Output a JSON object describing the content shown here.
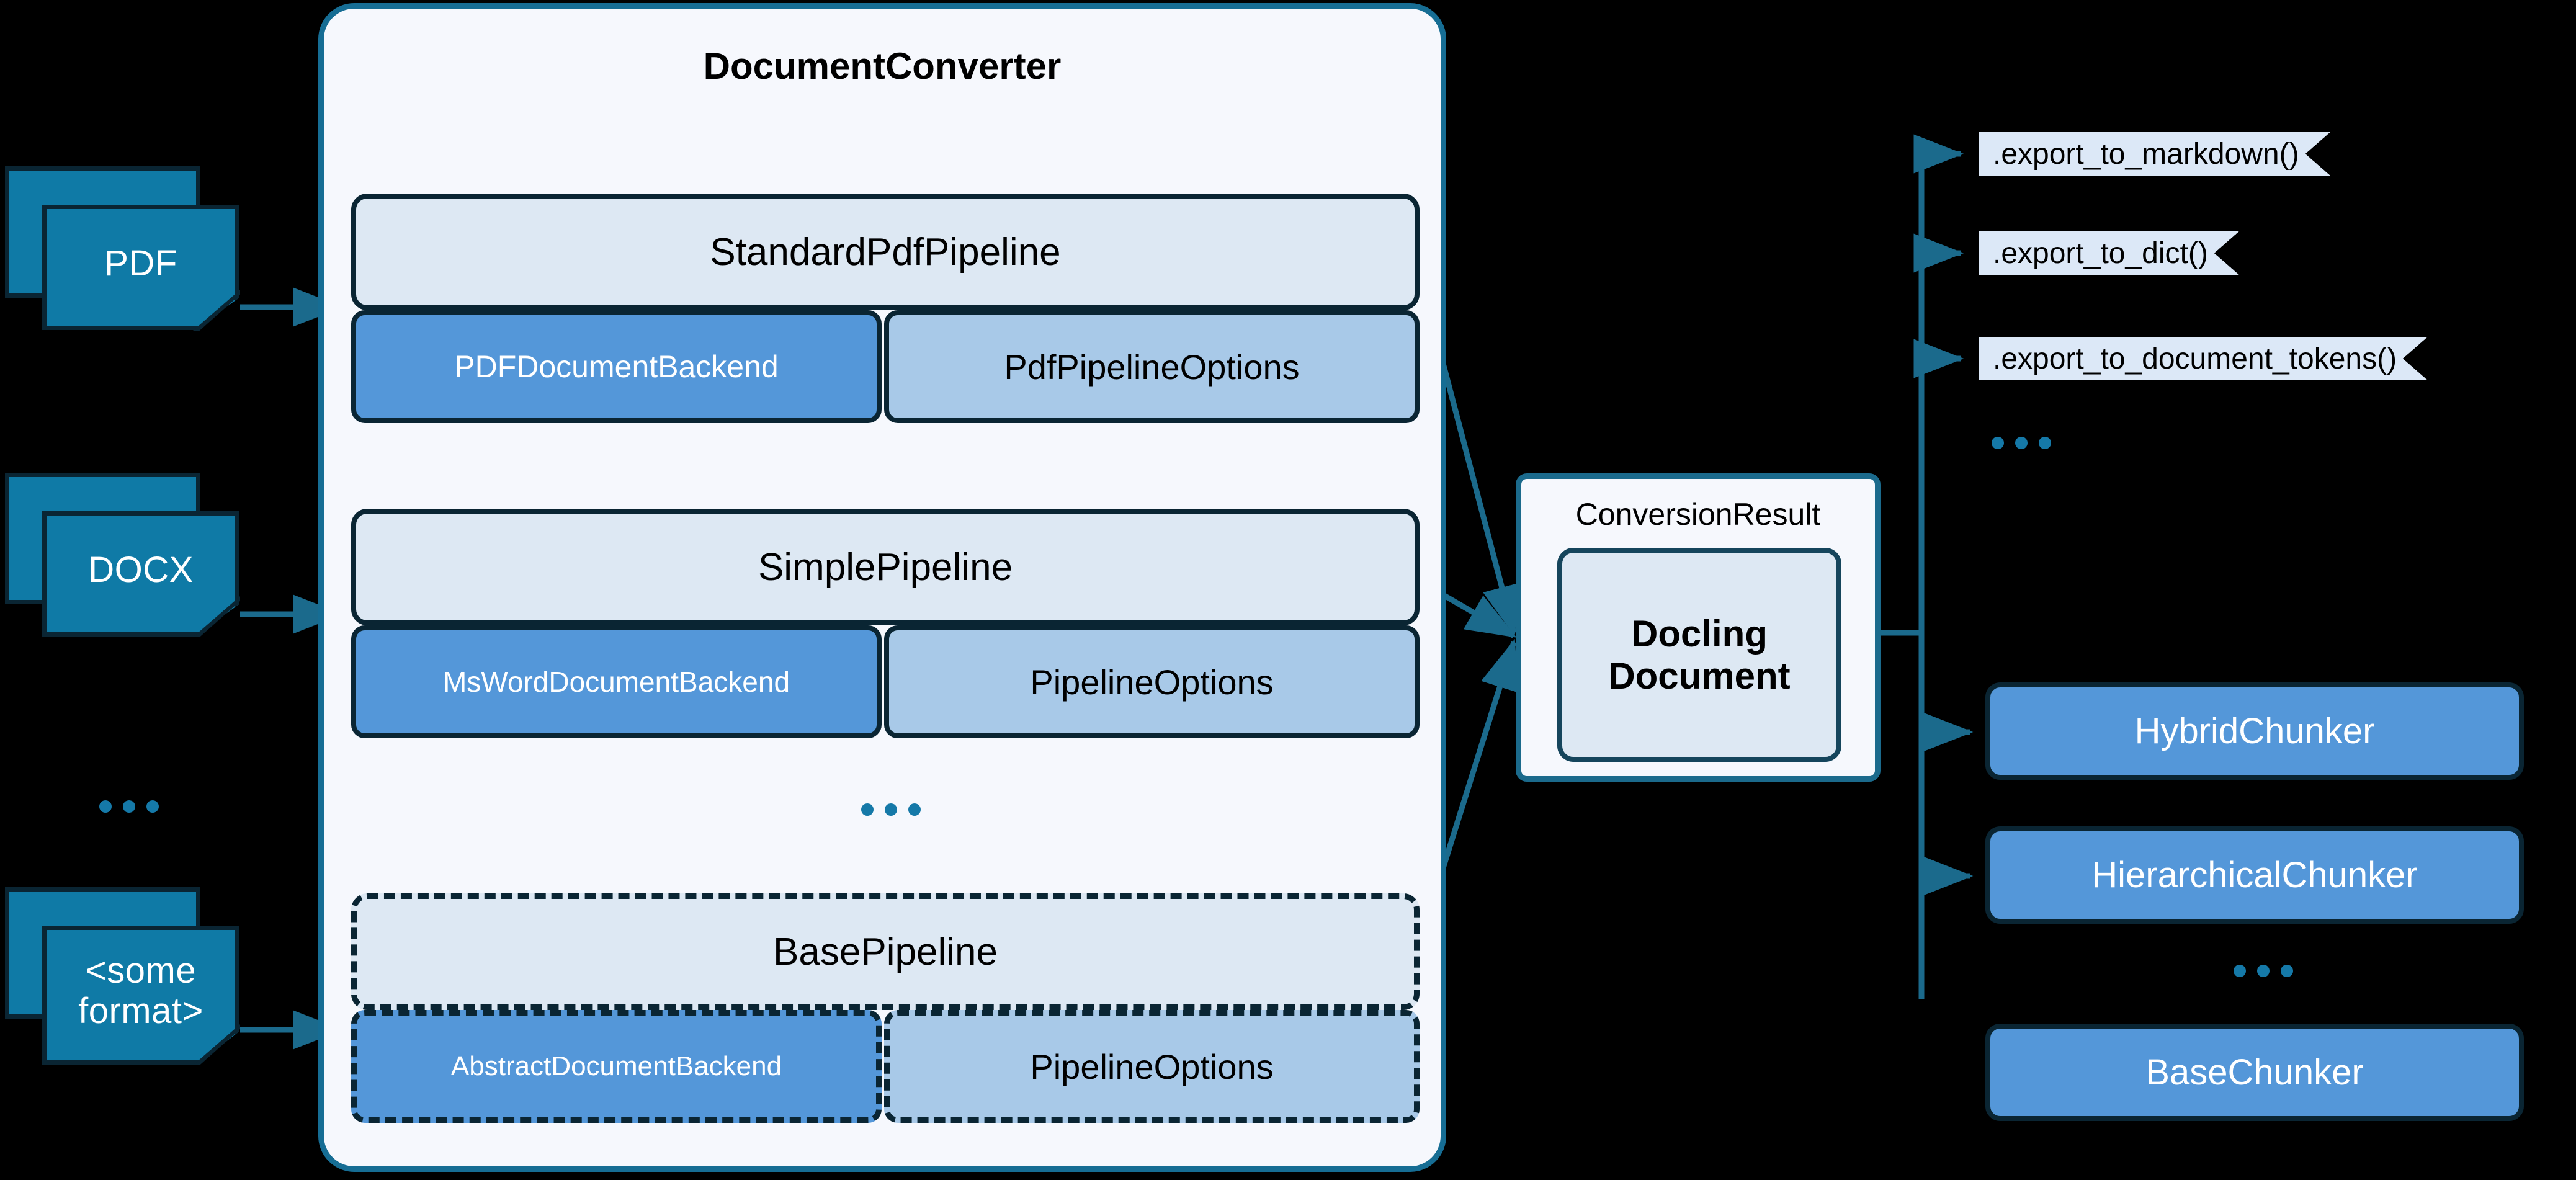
{
  "diagram": {
    "title": "DocumentConverter"
  },
  "inputs": [
    {
      "label": "PDF",
      "name": "input-doc-pdf"
    },
    {
      "label": "DOCX",
      "name": "input-doc-docx"
    },
    {
      "label": "<some\nformat>",
      "name": "input-doc-some-format"
    }
  ],
  "input_ellipsis": "...",
  "pipelines": [
    {
      "name": "standard-pdf-pipeline",
      "head": "StandardPdfPipeline",
      "backend": "PDFDocumentBackend",
      "options": "PdfPipelineOptions",
      "dashed": false
    },
    {
      "name": "simple-pipeline",
      "head": "SimplePipeline",
      "backend": "MsWordDocumentBackend",
      "options": "PipelineOptions",
      "dashed": false
    },
    {
      "name": "base-pipeline",
      "head": "BasePipeline",
      "backend": "AbstractDocumentBackend",
      "options": "PipelineOptions",
      "dashed": true
    }
  ],
  "pipeline_ellipsis": "...",
  "result": {
    "title": "ConversionResult",
    "document": "Docling\nDocument"
  },
  "exports": [
    {
      "label": ".export_to_markdown()",
      "name": "export-to-markdown"
    },
    {
      "label": ".export_to_dict()",
      "name": "export-to-dict"
    },
    {
      "label": ".export_to_document_tokens()",
      "name": "export-to-document-tokens"
    }
  ],
  "export_ellipsis": "...",
  "chunkers": [
    {
      "label": "HybridChunker",
      "name": "hybrid-chunker",
      "dashed": false
    },
    {
      "label": "HierarchicalChunker",
      "name": "hierarchical-chunker",
      "dashed": false
    },
    {
      "label": "BaseChunker",
      "name": "base-chunker",
      "dashed": true
    }
  ],
  "chunker_ellipsis": "...",
  "colors": {
    "background": "#000000",
    "container_border": "#166d94",
    "container_fill": "#f6f8fd",
    "doc_fill": "#0f7aa6",
    "doc_border": "#0a2533",
    "pipeline_head_fill": "#dde8f3",
    "backend_fill": "#5497d9",
    "options_fill": "#a8c9e8",
    "export_fill": "#dce8f7",
    "arrow": "#1b6a8c",
    "dots": "#1579a8"
  }
}
